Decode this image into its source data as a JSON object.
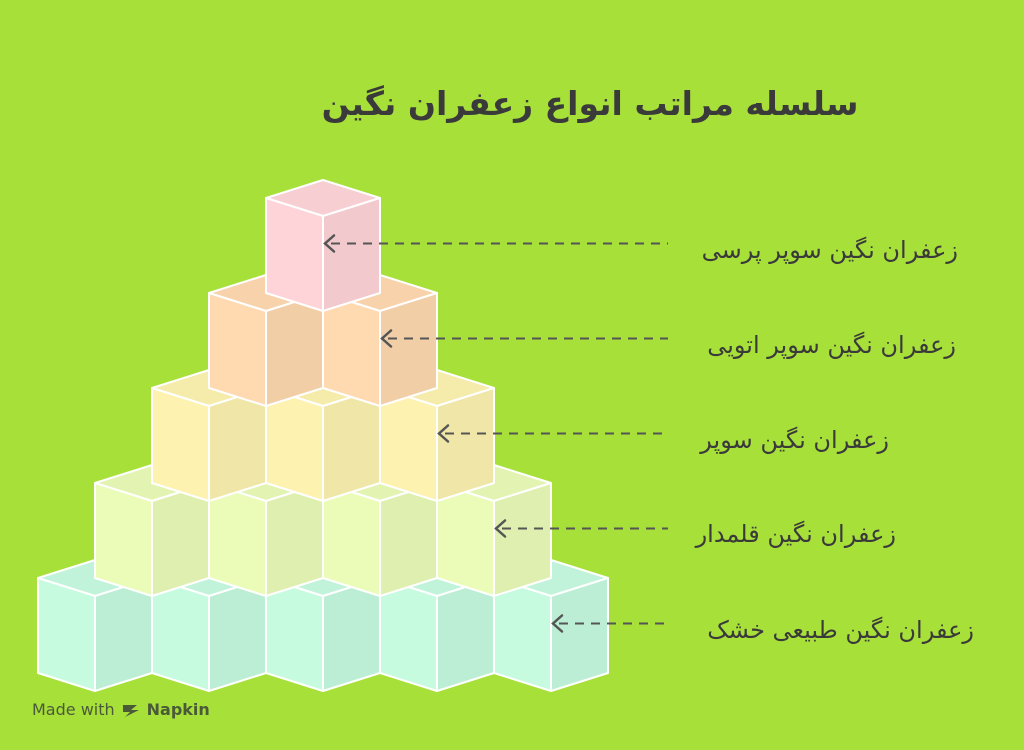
{
  "title": "سلسله مراتب انواع زعفران نگین",
  "levels": [
    {
      "label": "زعفران نگین سوپر پرسی",
      "color": "#ffd4d8"
    },
    {
      "label": "زعفران نگین سوپر اتویی",
      "color": "#ffd9b0"
    },
    {
      "label": "زعفران نگین سوپر",
      "color": "#fdf2b0"
    },
    {
      "label": "زعفران نگین قلمدار",
      "color": "#eafcb8"
    },
    {
      "label": "زعفران نگین طبیعی خشک",
      "color": "#c6fbe0"
    }
  ],
  "footer": {
    "made_with": "Made with",
    "brand": "Napkin",
    "logo_icon": "napkin-logo-icon"
  }
}
